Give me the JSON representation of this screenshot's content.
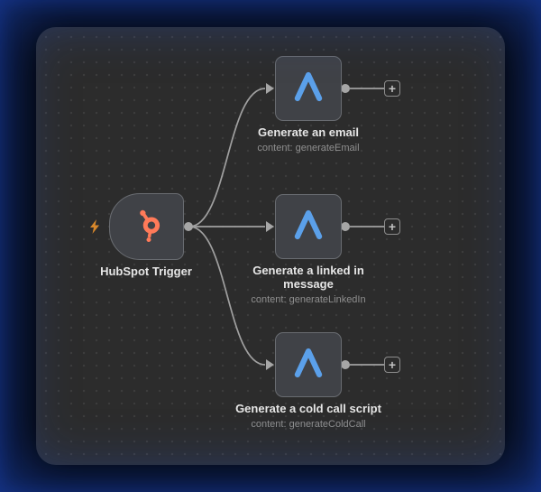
{
  "canvas": {
    "name": "workflow-editor-canvas"
  },
  "trigger": {
    "label": "HubSpot Trigger",
    "icon": "hubspot-sprocket-icon",
    "badge_icon": "lightning-bolt-icon"
  },
  "ai_nodes": [
    {
      "label": "Generate an email",
      "subtitle": "content: generateEmail",
      "icon": "anthropic-icon"
    },
    {
      "label": "Generate a linked in message",
      "subtitle": "content: generateLinkedIn",
      "icon": "anthropic-icon"
    },
    {
      "label": "Generate a cold call script",
      "subtitle": "content: generateColdCall",
      "icon": "anthropic-icon"
    }
  ],
  "add_button": {
    "glyph": "+"
  },
  "colors": {
    "hubspot_orange": "#ff7a59",
    "anthropic_blue": "#5ba0ea",
    "canvas_bg": "#2c2c2c",
    "node_bg": "#404247",
    "wire_gray": "#a0a0a0",
    "edge_glow_blue": "#2357e6"
  }
}
